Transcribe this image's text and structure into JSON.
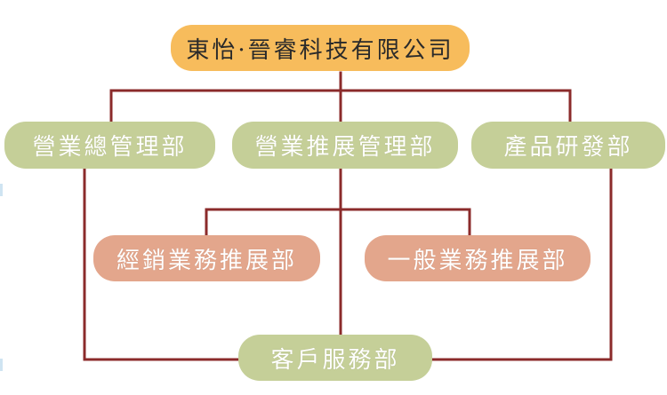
{
  "company": {
    "label": "東怡·晉睿科技有限公司",
    "color": "#f7bc5c"
  },
  "departments": [
    {
      "label": "營業總管理部",
      "color": "#c5cf98"
    },
    {
      "label": "營業推展管理部",
      "color": "#c5cf98"
    },
    {
      "label": "產品研發部",
      "color": "#c5cf98"
    }
  ],
  "divisions": [
    {
      "label": "經銷業務推展部",
      "color": "#e3a68c"
    },
    {
      "label": "一般業務推展部",
      "color": "#e3a68c"
    }
  ],
  "service": {
    "label": "客戶服務部",
    "color": "#c5cf98"
  },
  "connector_color": "#8b2b2b"
}
